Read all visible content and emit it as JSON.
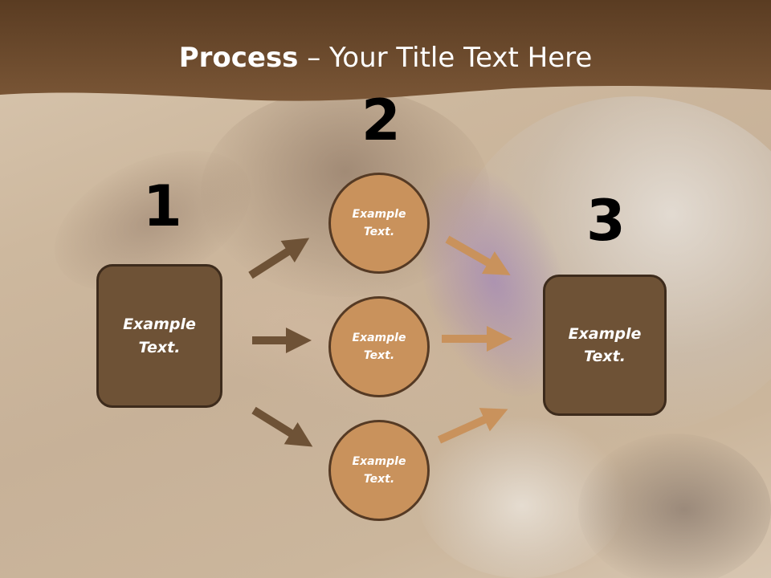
{
  "slide": {
    "title_bold": "Process",
    "title_rest": " – Your Title Text Here"
  },
  "steps": [
    {
      "number": "1",
      "label": "Example Text."
    },
    {
      "number": "2",
      "label": "Example Text."
    },
    {
      "number": "3",
      "label": "Example Text."
    }
  ],
  "circles": [
    {
      "label": "Example Text."
    },
    {
      "label": "Example Text."
    },
    {
      "label": "Example Text."
    }
  ],
  "colors": {
    "header": "#6b4a2c",
    "box_fill": "#6e5236",
    "circle_fill": "#c9925c",
    "dark_arrow": "#6e5236",
    "light_arrow": "#c9925c"
  }
}
